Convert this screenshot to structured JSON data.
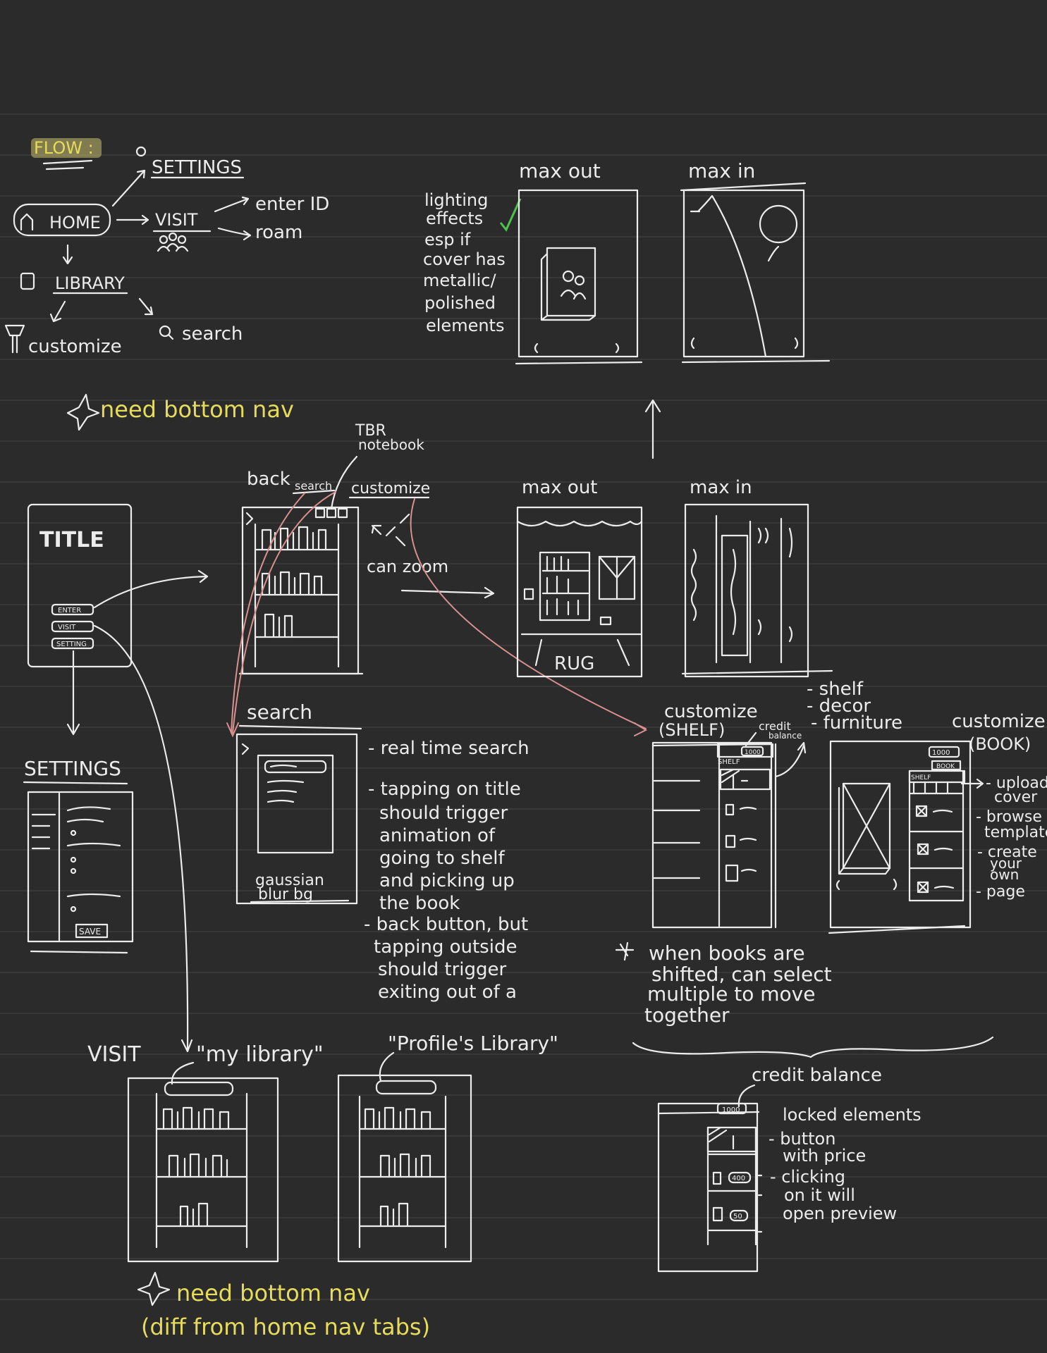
{
  "flow_label": "FLOW :",
  "flow_nodes": {
    "settings": "SETTINGS",
    "home": "HOME",
    "visit": "VISIT",
    "enter_id": "enter ID",
    "roam": "roam",
    "library": "LIBRARY",
    "customize": "customize",
    "search": "search"
  },
  "notes": {
    "need_bottom_nav_1": "need bottom nav",
    "need_bottom_nav_2": "need bottom nav",
    "need_bottom_nav_2_sub": "(diff from home nav tabs)"
  },
  "lighting_note": [
    "lighting",
    "effects",
    "esp if",
    "cover has",
    "metallic/",
    "polished",
    "elements"
  ],
  "zoom_labels": {
    "top_max_out": "max out",
    "top_max_in": "max in",
    "mid_max_out": "max out",
    "mid_max_in": "max in",
    "rug": "RUG"
  },
  "title_screen": {
    "title": "TITLE",
    "btn_enter": "ENTER",
    "btn_visit": "VISIT",
    "btn_setting": "SETTING"
  },
  "library_screen": {
    "back": "back",
    "search": "search",
    "tbr": "TBR",
    "notebook": "notebook",
    "customize": "customize",
    "can_zoom": "can zoom"
  },
  "settings_screen": {
    "title": "SETTINGS",
    "save": "SAVE"
  },
  "search_screen": {
    "title": "search",
    "bg_note": [
      "gaussian",
      "blur bg"
    ],
    "notes": [
      "- real time search",
      "- tapping on title",
      "should trigger",
      "animation of",
      "going to shelf",
      "and picking up",
      "the book",
      "- back button, but",
      "tapping outside",
      "should trigger",
      "exiting out of a"
    ]
  },
  "customize_shelf": {
    "title": "customize",
    "subtitle": "(SHELF)",
    "credit": "credit",
    "balance": "balance",
    "options": [
      "- shelf",
      "- decor",
      "- furniture"
    ],
    "tab": "SHELF",
    "counter": "1000"
  },
  "customize_book": {
    "title": "customize",
    "subtitle": "(BOOK)",
    "counter": "1000",
    "tab_book": "BOOK",
    "tab_shelf": "SHELF",
    "options": [
      "- upload",
      "cover",
      "- browse",
      "templates",
      "- create",
      "your",
      "own",
      "- page"
    ]
  },
  "shift_note": [
    "when books are",
    "shifted, can select",
    "multiple to move",
    "together"
  ],
  "visit_section": {
    "title": "VISIT",
    "my_library": "\"my library\"",
    "profiles_library": "\"Profile's Library\""
  },
  "credit_section": {
    "title": "credit balance",
    "counter": "1000",
    "price_1": "400",
    "price_2": "50",
    "notes": [
      "locked elements",
      "- button",
      "with price",
      "- clicking",
      "on it will",
      "open preview"
    ]
  }
}
